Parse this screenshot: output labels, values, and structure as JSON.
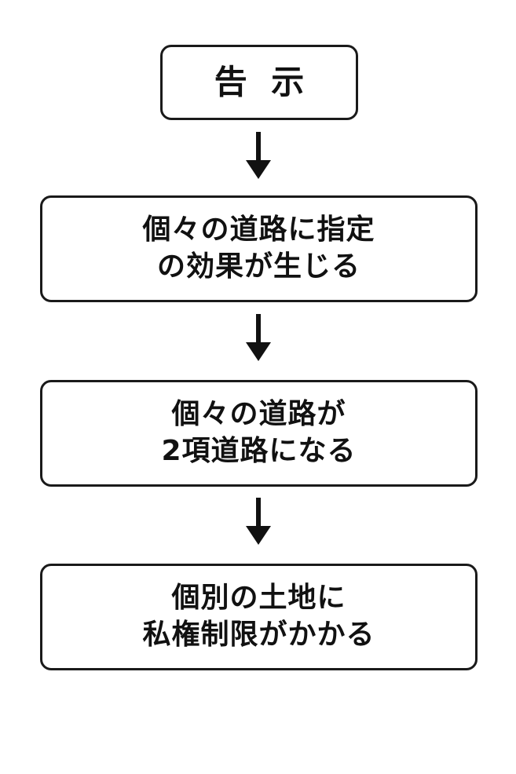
{
  "flowchart": {
    "steps": [
      {
        "lines": [
          "告 示"
        ]
      },
      {
        "lines": [
          "個々の道路に指定",
          "の効果が生じる"
        ]
      },
      {
        "lines": [
          "個々の道路が",
          "2項道路になる"
        ]
      },
      {
        "lines": [
          "個別の土地に",
          "私権制限がかかる"
        ]
      }
    ],
    "arrow_color": "#111111"
  }
}
